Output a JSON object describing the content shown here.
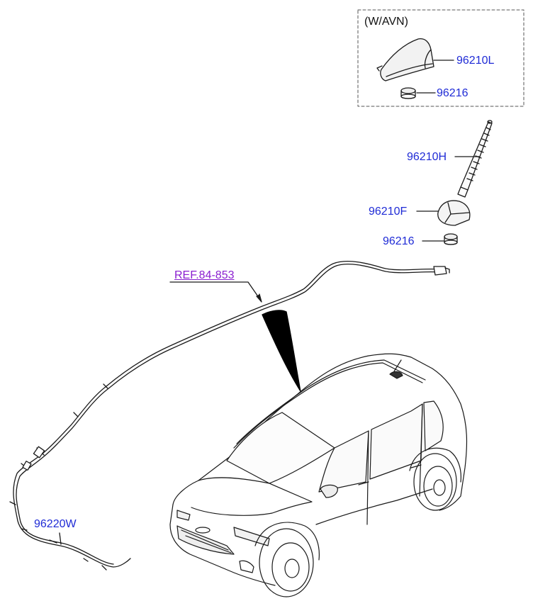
{
  "box_caption": "(W/AVN)",
  "parts": {
    "p96210L": "96210L",
    "p96216_box": "96216",
    "p96210H": "96210H",
    "p96210F": "96210F",
    "p96216": "96216",
    "p96220W": "96220W"
  },
  "ref_link": "REF.84-853",
  "colors": {
    "part_label": "#1f2bd6",
    "ref_label": "#8a1fd0",
    "line_art": "#1a1a1a"
  }
}
